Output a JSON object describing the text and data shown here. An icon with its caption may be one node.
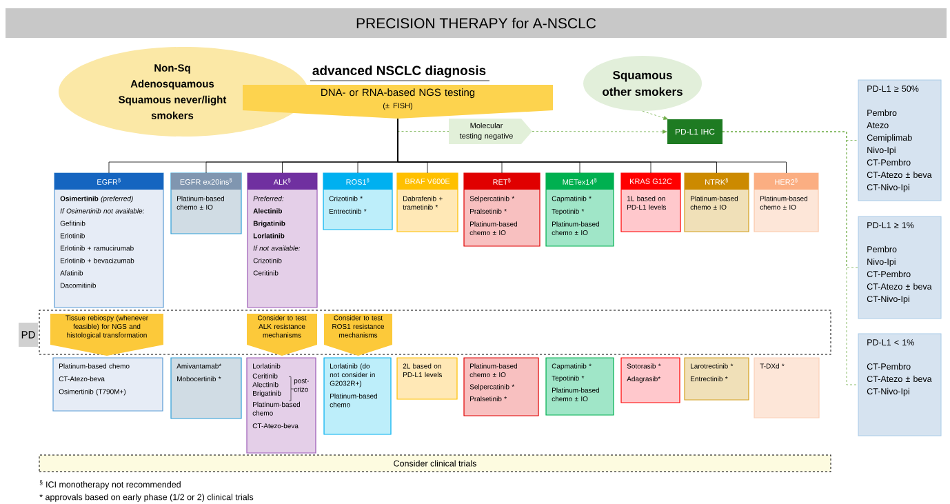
{
  "diagram": {
    "title": "PRECISION THERAPY for A-NSCLC",
    "nodes": [
      {
        "text": [
          "Non-Sq Adenosquamous Squamous never/light smokers"
        ]
      },
      {
        "text": [
          "advanced NSCLC diagnosis",
          "DNA- or RNA-based NGS testing",
          "(± FISH)"
        ]
      },
      {
        "text": [
          "Squamous other smokers"
        ]
      },
      {
        "text": [
          "Molecular testing negative"
        ]
      },
      {
        "text": [
          "PD-L1 IHC"
        ]
      },
      {
        "text": [
          "PD-L1 ≥ 50%",
          "Pembro",
          "Atezo",
          "Cemiplimab",
          "Nivo-Ipi",
          "CT-Pembro",
          "CT-Atezo ± beva",
          "CT-Nivo-Ipi"
        ]
      },
      {
        "text": [
          "PD-L1 ≥ 1%",
          "Pembro",
          "Nivo-Ipi",
          "CT-Pembro",
          "CT-Atezo ± beva",
          "CT-Nivo-Ipi"
        ]
      },
      {
        "text": [
          "PD-L1 < 1%",
          "CT-Pembro",
          "CT-Atezo ± beva",
          "CT-Nivo-Ipi"
        ]
      },
      {
        "text": [
          "EGFR$^{§}$",
          "**Osimertinib** *(preferred)*",
          "*If Osimertinib not available:*",
          "Gefitinib",
          "Erlotinib",
          "Erlotinib + ramucirumab",
          "Erlotinib + bevacizumab",
          "Afatinib",
          "Dacomitinib"
        ]
      },
      {
        "text": [
          "EGFR ex20ins$^{§}$",
          "Platinum-based chemo ± IO"
        ]
      },
      {
        "text": [
          "ALK$^{§}$",
          "*Preferred:*",
          "**Alectinib**",
          "**Brigatinib**",
          "**Lorlatinib**",
          "*If not available:*",
          "Crizotinib",
          "Ceritinib"
        ]
      },
      {
        "text": [
          "ROS1$^{§}$",
          "Crizotinib *",
          "Entrectinib *"
        ]
      },
      {
        "text": [
          "BRAF V600E",
          "Dabrafenib + trametinib *"
        ]
      },
      {
        "text": [
          "RET$^{§}$",
          "Selpercatinib *",
          "Pralsetinib *",
          "Platinum-based chemo ± IO"
        ]
      },
      {
        "text": [
          "METex14$^{§}$",
          "Capmatinib *",
          "Tepotinib *",
          "Platinum-based chemo ± IO"
        ]
      },
      {
        "text": [
          "KRAS G12C",
          "1L based on PD-L1 levels"
        ]
      },
      {
        "text": [
          "NTRK$^{§}$",
          "Platinum-based chemo ± IO"
        ]
      },
      {
        "text": [
          "HER2$^{§}$",
          "Platinum-based chemo ± IO"
        ]
      },
      {
        "text": [
          "PD"
        ]
      },
      {
        "text": [],
        "shape": "box"
      },
      {
        "text": [
          "Tissue rebiospy (whenever feasible) for NGS and histological transformation"
        ],
        "in": 19
      },
      {
        "text": [
          "Consider to test ALK resistance mechanisms"
        ],
        "in": 19
      },
      {
        "text": [
          "Consider to test ROS1 resistance mechanisms"
        ],
        "in": 19
      },
      {
        "text": [
          "Platinum-based chemo",
          "CT-Atezo-beva",
          "Osimertinib (T790M+)"
        ]
      },
      {
        "text": [
          "Amivantamab*",
          "Mobocertinib *"
        ]
      },
      {
        "text": [
          "Lorlatinib",
          "Ceritinib",
          "Alectinib",
          "Brigatinib",
          "post-crizo",
          "Platinum-based chemo",
          "CT-Atezo-beva"
        ]
      },
      {
        "text": [
          "Lorlatinib (do not consider in G2032R+)",
          "Platinum-based chemo"
        ]
      },
      {
        "text": [
          "2L based on PD-L1 levels"
        ]
      },
      {
        "text": [
          "Platinum-based chemo ± IO",
          "Selpercatinib *",
          "Pralsetinib *"
        ]
      },
      {
        "text": [
          "Capmatinib *",
          "Tepotinib *",
          "Platinum-based chemo ± IO"
        ]
      },
      {
        "text": [
          "Sotorasib *",
          "Adagrasib*"
        ]
      },
      {
        "text": [
          "Larotrectinib *",
          "Entrectinib *"
        ]
      },
      {
        "text": [
          "T-DXd *"
        ]
      },
      {
        "text": [
          "Consider clinical trials"
        ]
      }
    ],
    "edges": [
      {
        "from": 1,
        "to": 3,
        "arrow": "none",
        "style": "dashed",
        "color": "#70ad47"
      },
      {
        "from": 3,
        "to": 4,
        "arrow": "to",
        "style": "dashed",
        "color": "#70ad47"
      },
      {
        "from": 2,
        "to": 4,
        "arrow": "to",
        "style": "dashed",
        "color": "#70ad47"
      },
      {
        "from": 4,
        "to": 5,
        "arrow": "none",
        "style": "dashed",
        "color": "#70ad47"
      },
      {
        "from": 4,
        "to": 6,
        "arrow": "none",
        "style": "dashed",
        "color": "#70ad47"
      },
      {
        "from": 4,
        "to": 7,
        "arrow": "none",
        "style": "dashed",
        "color": "#70ad47"
      },
      {
        "from": 1,
        "to": 8,
        "arrow": "none"
      },
      {
        "from": 1,
        "to": 9,
        "arrow": "none"
      },
      {
        "from": 1,
        "to": 10,
        "arrow": "none"
      },
      {
        "from": 1,
        "to": 11,
        "arrow": "none"
      },
      {
        "from": 1,
        "to": 12,
        "arrow": "none"
      },
      {
        "from": 1,
        "to": 13,
        "arrow": "none"
      },
      {
        "from": 1,
        "to": 14,
        "arrow": "none"
      },
      {
        "from": 1,
        "to": 15,
        "arrow": "none"
      },
      {
        "from": 1,
        "to": 16,
        "arrow": "none"
      },
      {
        "from": 1,
        "to": 17,
        "arrow": "none"
      }
    ],
    "labels": [
      "$^{§}$ ICI monotherapy not recommended",
      "* approvals based on early phase (1/2 or 2) clinical trials"
    ]
  }
}
